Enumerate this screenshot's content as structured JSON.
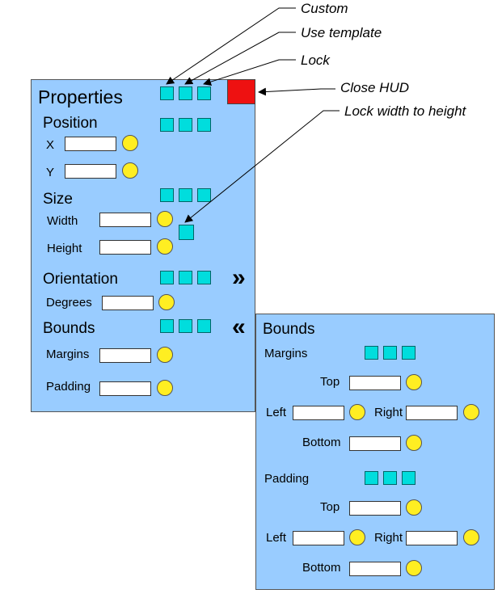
{
  "annotations": {
    "custom": "Custom",
    "use_template": "Use template",
    "lock": "Lock",
    "close_hud": "Close HUD",
    "lock_width_to_height": "Lock width to height"
  },
  "properties_panel": {
    "title": "Properties",
    "position": {
      "heading": "Position",
      "x_label": "X",
      "y_label": "Y"
    },
    "size": {
      "heading": "Size",
      "width_label": "Width",
      "height_label": "Height"
    },
    "orientation": {
      "heading": "Orientation",
      "degrees_label": "Degrees",
      "expand_glyph": "»"
    },
    "bounds": {
      "heading": "Bounds",
      "margins_label": "Margins",
      "padding_label": "Padding",
      "collapse_glyph": "«"
    }
  },
  "bounds_panel": {
    "title": "Bounds",
    "margins": {
      "heading": "Margins",
      "top": "Top",
      "left": "Left",
      "right": "Right",
      "bottom": "Bottom"
    },
    "padding": {
      "heading": "Padding",
      "top": "Top",
      "left": "Left",
      "right": "Right",
      "bottom": "Bottom"
    }
  },
  "colors": {
    "panel": "#99ccff",
    "toggle_square": "#00dddd",
    "value_dot": "#ffee22",
    "close_button": "#ee1111"
  }
}
